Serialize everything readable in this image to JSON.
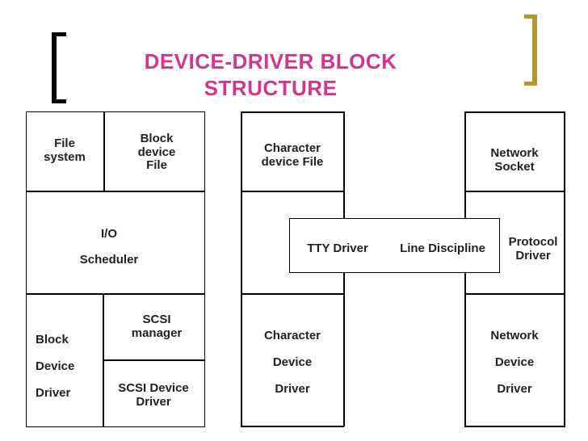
{
  "title": "DEVICE-DRIVER BLOCK\nSTRUCTURE",
  "colors": {
    "title": "#d1368f",
    "left_bracket": "#000000",
    "right_bracket": "#b8972a",
    "lines": "#000000",
    "text": "#222222"
  },
  "left_column": {
    "file_system": "File\nsystem",
    "block_device_file": "Block\ndevice\nFile",
    "io": "I/O",
    "scheduler": "Scheduler",
    "scsi_manager": "SCSI\nmanager",
    "block_device_driver": "Block\n\nDevice\n\nDriver",
    "scsi_device_driver": "SCSI Device\nDriver"
  },
  "middle_column": {
    "character_device_file": "Character\ndevice File",
    "character_device_driver": "Character\n\nDevice\n\nDriver"
  },
  "tty_box": {
    "tty_driver": "TTY Driver",
    "line_discipline": "Line Discipline"
  },
  "right_column": {
    "network_socket": "Network\nSocket",
    "protocol_driver": "Protocol\nDriver",
    "network_device_driver": "Network\n\nDevice\n\nDriver"
  }
}
